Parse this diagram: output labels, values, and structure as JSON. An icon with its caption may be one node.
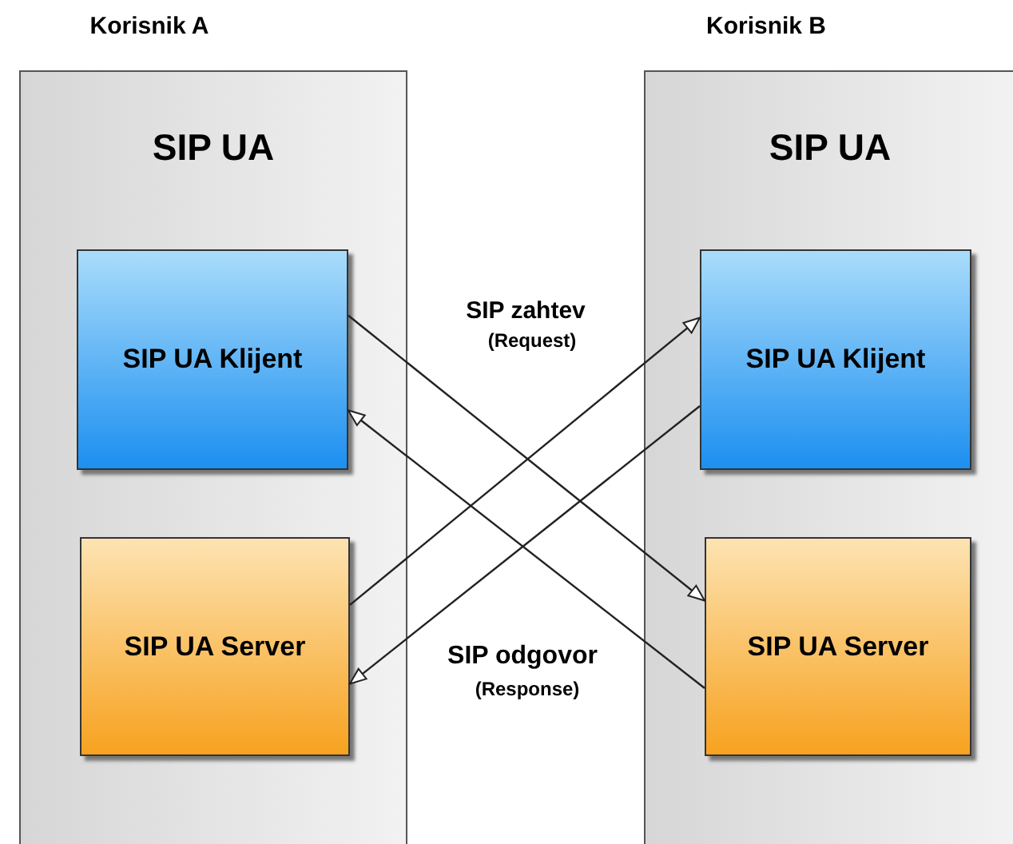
{
  "diagram": {
    "nodes": [
      {
        "text": [
          "SIP UA"
        ],
        "beside": [
          "Korisnik A"
        ]
      },
      {
        "text": [
          "SIP UA Klijent"
        ],
        "in": 0
      },
      {
        "text": [
          "SIP UA Server"
        ],
        "in": 0
      },
      {
        "text": [
          "SIP UA"
        ],
        "beside": [
          "Korisnik B"
        ]
      },
      {
        "text": [
          "SIP UA Klijent"
        ],
        "in": 3
      },
      {
        "text": [
          "SIP UA Server"
        ],
        "in": 3
      }
    ],
    "edges": [
      {
        "from": 1,
        "to": 5,
        "arrow": "to"
      },
      {
        "from": 5,
        "to": 1,
        "arrow": "to"
      },
      {
        "from": 2,
        "to": 4,
        "arrow": "to"
      },
      {
        "from": 4,
        "to": 2,
        "arrow": "to"
      }
    ],
    "labels": [
      "SIP zahtev",
      "(Request)",
      "SIP odgovor",
      "(Response)"
    ]
  }
}
